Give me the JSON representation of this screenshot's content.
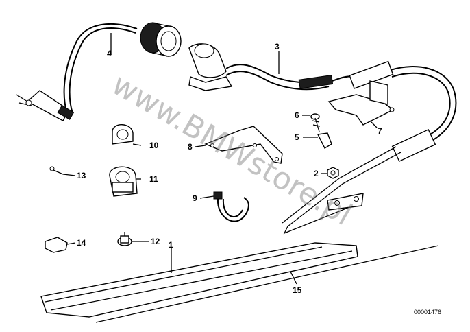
{
  "diagram": {
    "watermark": "www.BMWstore.pl",
    "reference_number": "00001476",
    "callouts": [
      {
        "id": "1",
        "label": "1"
      },
      {
        "id": "2",
        "label": "2"
      },
      {
        "id": "3",
        "label": "3"
      },
      {
        "id": "4",
        "label": "4"
      },
      {
        "id": "5",
        "label": "5"
      },
      {
        "id": "6",
        "label": "6"
      },
      {
        "id": "7",
        "label": "7"
      },
      {
        "id": "8",
        "label": "8"
      },
      {
        "id": "9",
        "label": "9"
      },
      {
        "id": "10",
        "label": "10"
      },
      {
        "id": "11",
        "label": "11"
      },
      {
        "id": "12",
        "label": "12"
      },
      {
        "id": "13",
        "label": "13"
      },
      {
        "id": "14",
        "label": "14"
      },
      {
        "id": "15",
        "label": "15"
      }
    ]
  }
}
